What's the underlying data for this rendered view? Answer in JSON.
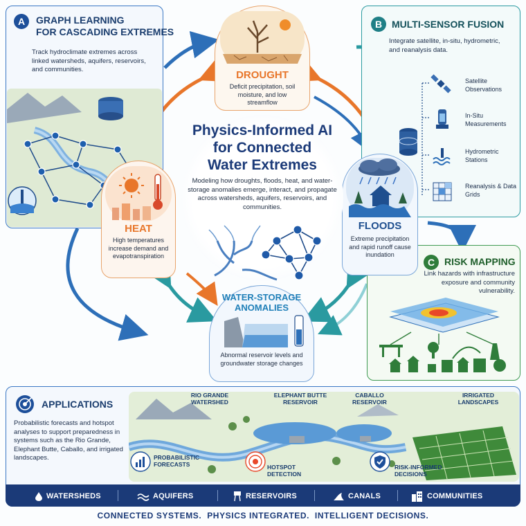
{
  "center": {
    "title_line1": "Physics-Informed AI",
    "title_line2": "for Connected",
    "title_line3": "Water Extremes",
    "description": "Modeling how droughts, floods, heat, and water-storage anomalies emerge, interact, and propagate across watersheds, aquifers, reservoirs, and communities."
  },
  "nodes": {
    "drought": {
      "title": "DROUGHT",
      "text": "Deficit precipitation, soil moisture, and low streamflow"
    },
    "heat": {
      "title": "HEAT",
      "text": "High temperatures increase demand and evapotranspiration"
    },
    "floods": {
      "title": "FLOODS",
      "text": "Extreme precipitation and rapid runoff cause inundation"
    },
    "storage": {
      "title_line1": "WATER-STORAGE",
      "title_line2": "ANOMALIES",
      "text": "Abnormal reservoir levels and groundwater storage changes"
    }
  },
  "panel_a": {
    "badge": "A",
    "title_line1": "GRAPH LEARNING",
    "title_line2": "FOR CASCADING EXTREMES",
    "text": "Track hydroclimate extremes across linked watersheds, aquifers, reservoirs, and communities."
  },
  "panel_b": {
    "badge": "B",
    "title": "MULTI-SENSOR FUSION",
    "text": "Integrate satellite, in-situ, hydrometric, and reanalysis data.",
    "sensors": [
      {
        "label": "Satellite Observations",
        "icon": "satellite-icon"
      },
      {
        "label": "In-Situ Measurements",
        "icon": "rain-gauge-icon"
      },
      {
        "label": "Hydrometric Stations",
        "icon": "water-wave-icon"
      },
      {
        "label": "Reanalysis & Data Grids",
        "icon": "grid-icon"
      }
    ]
  },
  "panel_c": {
    "badge": "C",
    "title": "RISK MAPPING",
    "text": "Link hazards with infrastructure exposure and community vulnerability."
  },
  "applications": {
    "title": "APPLICATIONS",
    "text": "Probabilistic forecasts and hotspot analyses to support preparedness in systems such as the Rio Grande, Elephant Butte, Caballo, and irrigated landscapes.",
    "places": [
      {
        "line1": "RIO GRANDE",
        "line2": "WATERSHED"
      },
      {
        "line1": "ELEPHANT BUTTE",
        "line2": "RESERVOIR"
      },
      {
        "line1": "CABALLO",
        "line2": "RESERVOIR"
      },
      {
        "line1": "IRRIGATED",
        "line2": "LANDSCAPES"
      }
    ],
    "outputs": [
      {
        "line1": "PROBABILISTIC",
        "line2": "FORECASTS",
        "icon": "bar-chart-icon"
      },
      {
        "line1": "HOTSPOT",
        "line2": "DETECTION",
        "icon": "target-icon"
      },
      {
        "line1": "RISK-INFORMED",
        "line2": "DECISIONS",
        "icon": "shield-check-icon"
      }
    ]
  },
  "bottom_bar": {
    "items": [
      {
        "label": "WATERSHEDS",
        "icon": "water-drop-icon"
      },
      {
        "label": "AQUIFERS",
        "icon": "waves-icon"
      },
      {
        "label": "RESERVOIRS",
        "icon": "water-tower-icon"
      },
      {
        "label": "CANALS",
        "icon": "canal-icon"
      },
      {
        "label": "COMMUNITIES",
        "icon": "buildings-icon"
      }
    ]
  },
  "tagline": "CONNECTED SYSTEMS.  PHYSICS INTEGRATED.  INTELLIGENT DECISIONS.",
  "colors": {
    "navy": "#1b3a78",
    "blue": "#2d6fb8",
    "orange": "#e8762a",
    "teal": "#1f8a8c",
    "green": "#2f7d3a",
    "flood_blue": "#1f4f8f"
  }
}
